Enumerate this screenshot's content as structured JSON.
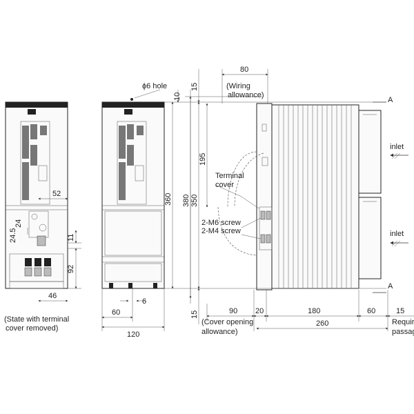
{
  "labels": {
    "hole": "ϕ6 hole",
    "wiring_1": "(Wiring",
    "wiring_2": "allowance)",
    "terminal_cover_1": "Terminal",
    "terminal_cover_2": "cover",
    "m6_screw": "2-M6 screw",
    "m4_screw": "2-M4 screw",
    "inlet_top": "inlet",
    "inlet_bottom": "inlet",
    "section_top": "A",
    "section_bottom": "A",
    "state_1": "(State with terminal",
    "state_2": "cover removed)",
    "cover_opening_1": "(Cover opening",
    "cover_opening_2": "allowance)",
    "required_1": "Requir",
    "required_2": "passag"
  },
  "dimensions": {
    "wiring_80": "80",
    "top_15": "15",
    "top_10": "10",
    "d195": "195",
    "d380": "380",
    "d350": "350",
    "d360": "360",
    "d52": "52",
    "d24_5": "24.5",
    "d24": "24",
    "d11": "11",
    "d92": "92",
    "d46": "46",
    "d60_front": "60",
    "d6": "6",
    "d120": "120",
    "bottom_15": "15",
    "d90": "90",
    "d20": "20",
    "d180": "180",
    "d60_side": "60",
    "right_15": "15",
    "d260": "260"
  }
}
